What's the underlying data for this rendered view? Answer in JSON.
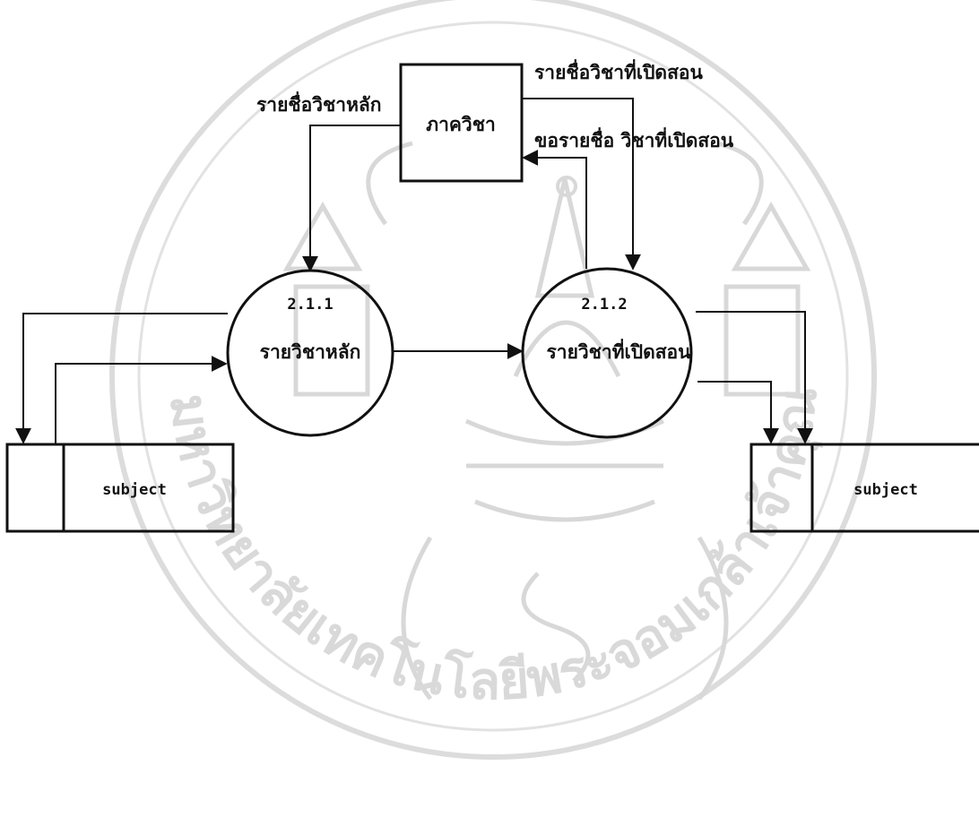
{
  "external_entity": {
    "label": "ภาควิชา"
  },
  "processes": [
    {
      "id": "2.1.1",
      "label": "รายวิชาหลัก"
    },
    {
      "id": "2.1.2",
      "label": "รายวิชาที่เปิดสอน"
    }
  ],
  "data_stores": [
    {
      "label": "subject"
    },
    {
      "label": "subject"
    }
  ],
  "flows": {
    "to_core": "รายชื่อวิชาหลัก",
    "to_open": "รายชื่อวิชาที่เปิดสอน",
    "request_open": "ขอรายชื่อ วิชาที่เปิดสอน"
  },
  "watermark": {
    "text": "มหาวิทยาลัยเทคโนโลยีพระจอมเกล้าเจ้าคุณทหารลาดกระบัง",
    "color": "#d6d6d6"
  }
}
